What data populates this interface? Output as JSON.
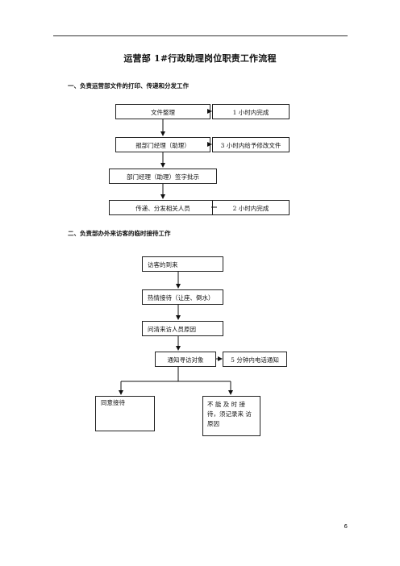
{
  "doc": {
    "title": "运营部 1#行政助理岗位职责工作流程",
    "page_number": "6"
  },
  "section1": {
    "heading": "一、负责运营部文件的打印、传递和分发工作",
    "steps": [
      "文件整理",
      "报部门经理（助理）",
      "部门经理（助理）签字批示",
      "传递、分发相关人员"
    ],
    "notes": [
      "1 小时内完成",
      "3 小时内给予修改文件",
      "2 小时内完成"
    ]
  },
  "section2": {
    "heading": "二、负责部办外来访客的临时接待工作",
    "steps": [
      "访客的到来",
      "热情接待（让座、倒水）",
      "问清来访人员原因",
      "通知寻访对象"
    ],
    "note": "5 分钟内电话通知",
    "outcomes": [
      "同意接待",
      "不 能 及 时 接 待，须记录来 访原因"
    ]
  }
}
